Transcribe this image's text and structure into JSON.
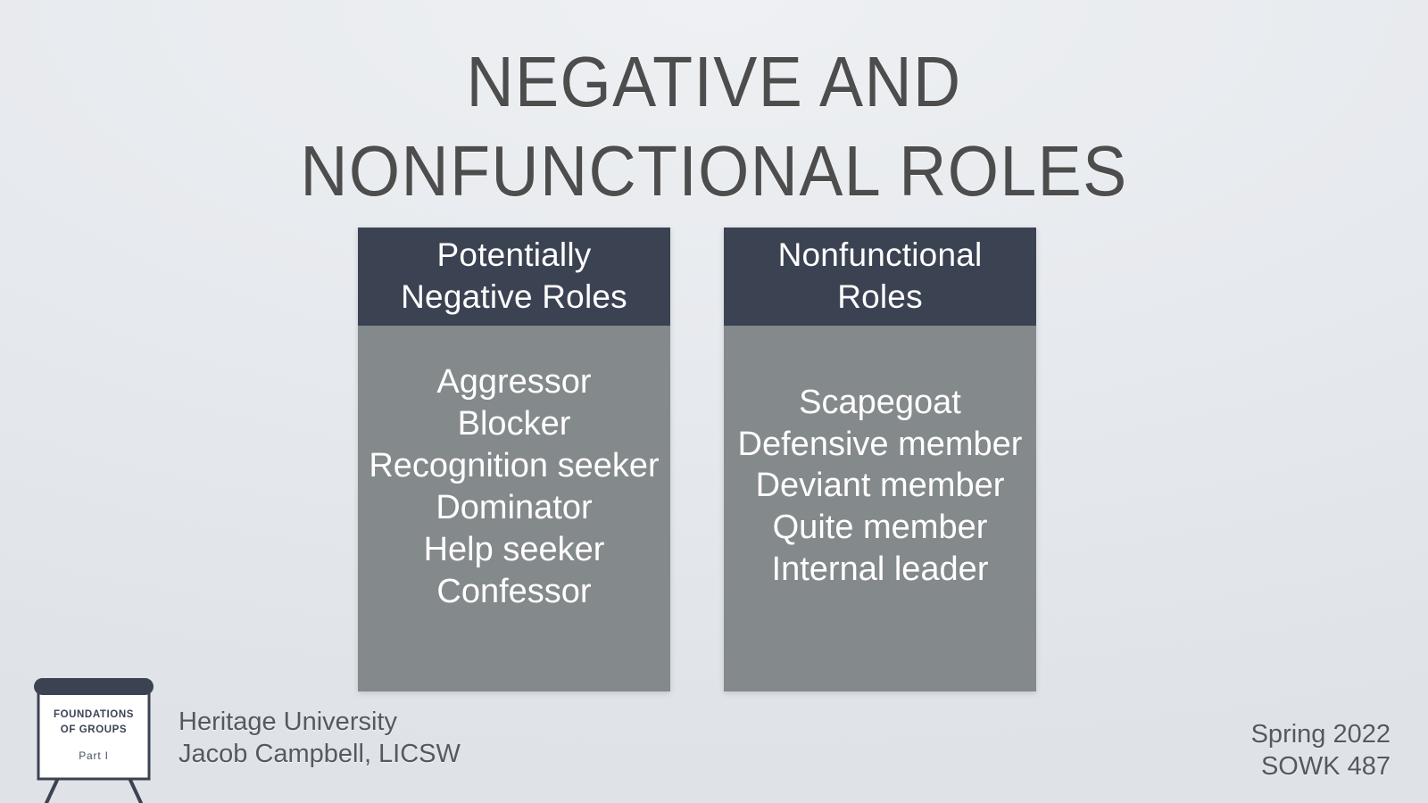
{
  "slide": {
    "title_lines": [
      "NEGATIVE AND",
      "NONFUNCTIONAL ROLES"
    ],
    "background_start_color": "#eef0f3",
    "background_end_color": "#dfe3e8",
    "title_color": "#4d4d4d"
  },
  "cards": [
    {
      "id": "potentially-negative-roles",
      "header": "Potentially Negative Roles",
      "header_color": "#3b4353",
      "body_color": "#84898b",
      "items": [
        "Aggressor",
        "Blocker",
        "Recognition seeker",
        "Dominator",
        "Help seeker",
        "Confessor"
      ]
    },
    {
      "id": "nonfunctional-roles",
      "header": "Nonfunctional Roles",
      "header_color": "#3b4353",
      "body_color": "#84898b",
      "items": [
        "Scapegoat",
        "Defensive member",
        "Deviant member",
        "Quite member",
        "Internal leader"
      ]
    }
  ],
  "footer": {
    "left": {
      "line1": "Heritage University",
      "line2": "Jacob Campbell, LICSW"
    },
    "right": {
      "line1": "Spring 2022",
      "line2": "SOWK 487"
    }
  },
  "logo": {
    "title_line1": "FOUNDATIONS",
    "title_line2": "OF GROUPS",
    "subtitle": "Part I",
    "frame_color": "#3b4353",
    "board_color": "#ffffff"
  }
}
